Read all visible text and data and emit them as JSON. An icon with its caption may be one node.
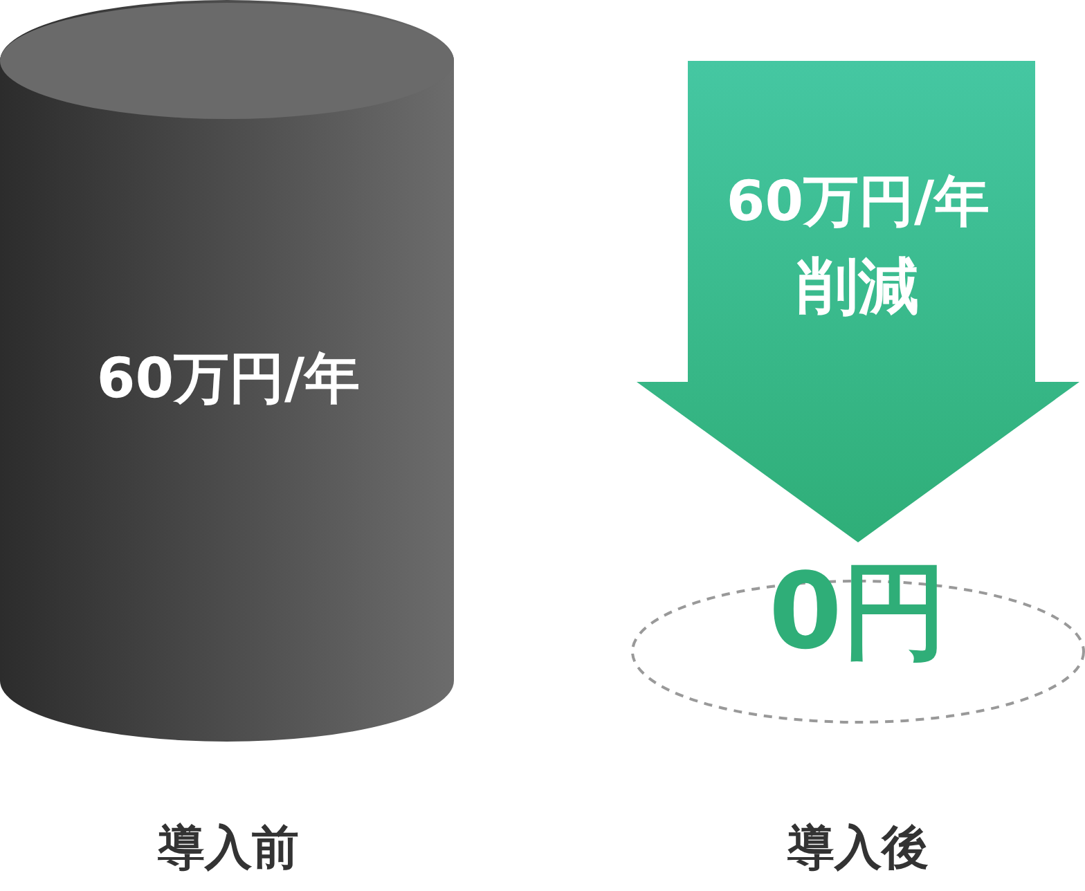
{
  "diagram": {
    "nodes": [
      {
        "text": [
          "60万円/年"
        ],
        "beside": [
          "導入前"
        ]
      },
      {
        "text": [
          "60万円/年",
          "削減"
        ]
      },
      {
        "text": [
          "0円"
        ],
        "beside": [
          "導入後"
        ]
      }
    ]
  }
}
